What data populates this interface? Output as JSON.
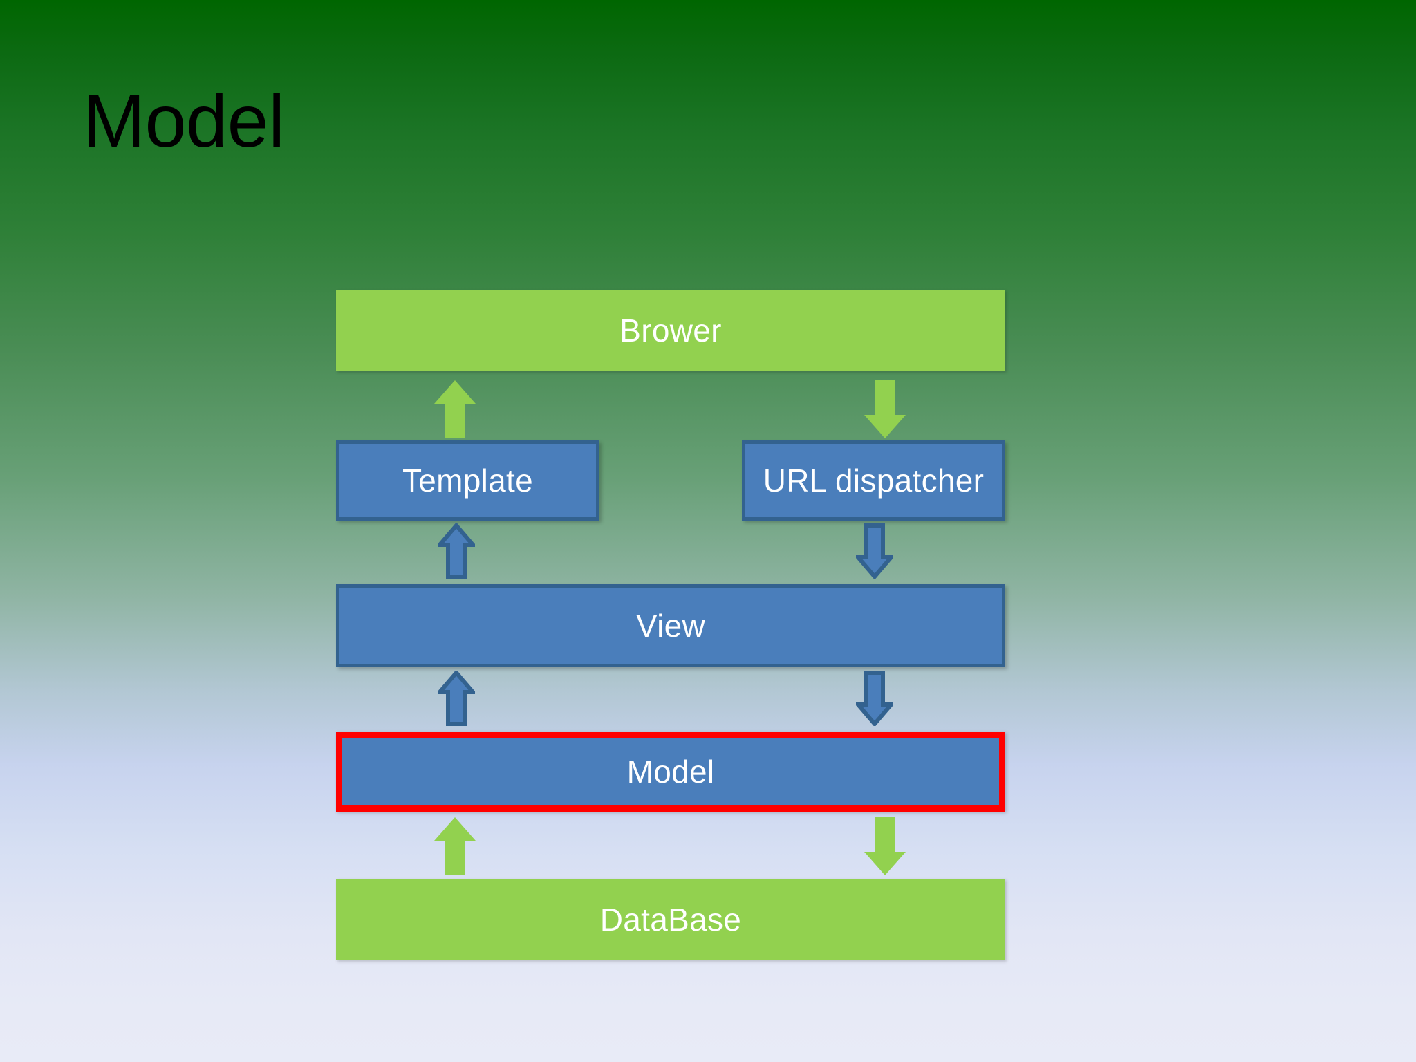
{
  "slide": {
    "title": "Model",
    "background": {
      "top_color": "#006600",
      "bottom_color": "#E8EBF7"
    }
  },
  "colors": {
    "green_node": "#92D14F",
    "blue_node": "#4A7EBB",
    "blue_node_border": "#33628F",
    "highlight_border": "#FF0000",
    "node_text": "#FFFFFF",
    "title_text": "#000000",
    "green_arrow": "#92D14F",
    "blue_arrow_fill": "#4A7EBB",
    "blue_arrow_border": "#33628F"
  },
  "diagram": {
    "nodes": [
      {
        "id": "brower",
        "label": "Brower",
        "style": "green",
        "highlighted": false
      },
      {
        "id": "template",
        "label": "Template",
        "style": "blue",
        "highlighted": false
      },
      {
        "id": "urldispatcher",
        "label": "URL dispatcher",
        "style": "blue",
        "highlighted": false
      },
      {
        "id": "view",
        "label": "View",
        "style": "blue",
        "highlighted": false
      },
      {
        "id": "model",
        "label": "Model",
        "style": "blue",
        "highlighted": true
      },
      {
        "id": "database",
        "label": "DataBase",
        "style": "green",
        "highlighted": false
      }
    ],
    "arrows": [
      {
        "id": "template-to-brower",
        "from": "template",
        "to": "brower",
        "direction": "up",
        "color": "green"
      },
      {
        "id": "brower-to-url",
        "from": "brower",
        "to": "urldispatcher",
        "direction": "down",
        "color": "green"
      },
      {
        "id": "view-to-template",
        "from": "view",
        "to": "template",
        "direction": "up",
        "color": "blue"
      },
      {
        "id": "url-to-view",
        "from": "urldispatcher",
        "to": "view",
        "direction": "down",
        "color": "blue"
      },
      {
        "id": "model-to-view",
        "from": "model",
        "to": "view",
        "direction": "up",
        "color": "blue"
      },
      {
        "id": "view-to-model",
        "from": "view",
        "to": "model",
        "direction": "down",
        "color": "blue"
      },
      {
        "id": "database-to-model",
        "from": "database",
        "to": "model",
        "direction": "up",
        "color": "green"
      },
      {
        "id": "model-to-database",
        "from": "model",
        "to": "database",
        "direction": "down",
        "color": "green"
      }
    ]
  }
}
